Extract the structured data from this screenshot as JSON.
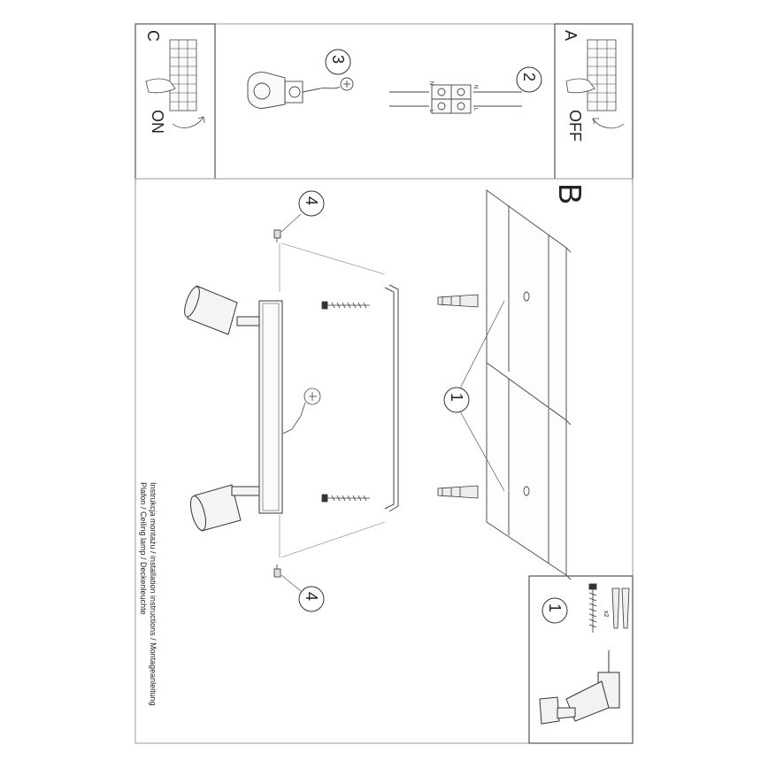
{
  "panels": {
    "a": {
      "letter": "A",
      "switch_label": "OFF"
    },
    "b": {
      "letter": "B"
    },
    "c": {
      "letter": "C",
      "switch_label": "ON"
    }
  },
  "steps": {
    "one": "1",
    "two": "2",
    "three": "3",
    "four": "4"
  },
  "connector": {
    "n": "N",
    "l": "L"
  },
  "kit": {
    "quantity": "x2"
  },
  "caption": {
    "line1": "Instrukcja montażu / installation instructions / Montageanleitung",
    "line2": "Plafon / Ceiling lamp / Deckenleuchte"
  }
}
